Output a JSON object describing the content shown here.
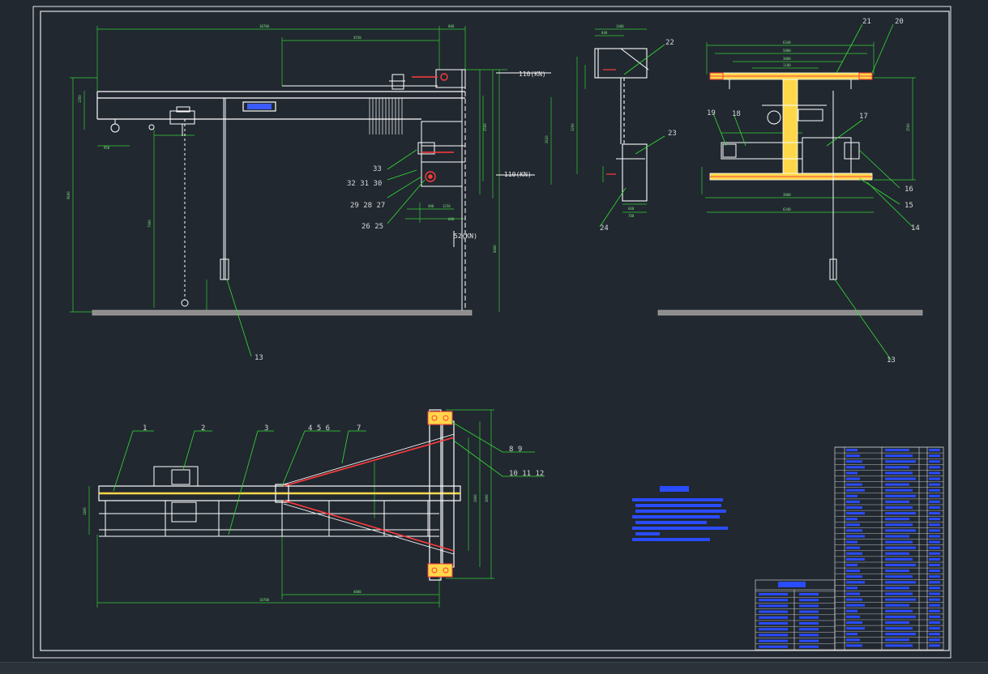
{
  "drawing": {
    "background": "#212830",
    "colors": {
      "frame": "#e6e6e6",
      "structure": "#ffffff",
      "dimension": "#33cc33",
      "leader": "#33dd33",
      "beam_fill": "#ffd84a",
      "red_member": "#ff3b3b",
      "notes_blue": "#2a4cff",
      "ground": "#bbbbbb"
    },
    "load_labels": [
      "110(KN)",
      "110(KN)",
      "52(KN)"
    ],
    "part_labels_side": [
      "33",
      "32  31  30",
      "29  28  27",
      "26  25",
      "13"
    ],
    "part_labels_end": [
      "22",
      "23",
      "24"
    ],
    "part_labels_plan": [
      "21",
      "20",
      "19",
      "18",
      "17",
      "16",
      "15",
      "14",
      "13"
    ],
    "part_labels_top": [
      "1",
      "2",
      "3",
      "4  5  6",
      "7",
      "8  9",
      "10  11  12"
    ]
  }
}
